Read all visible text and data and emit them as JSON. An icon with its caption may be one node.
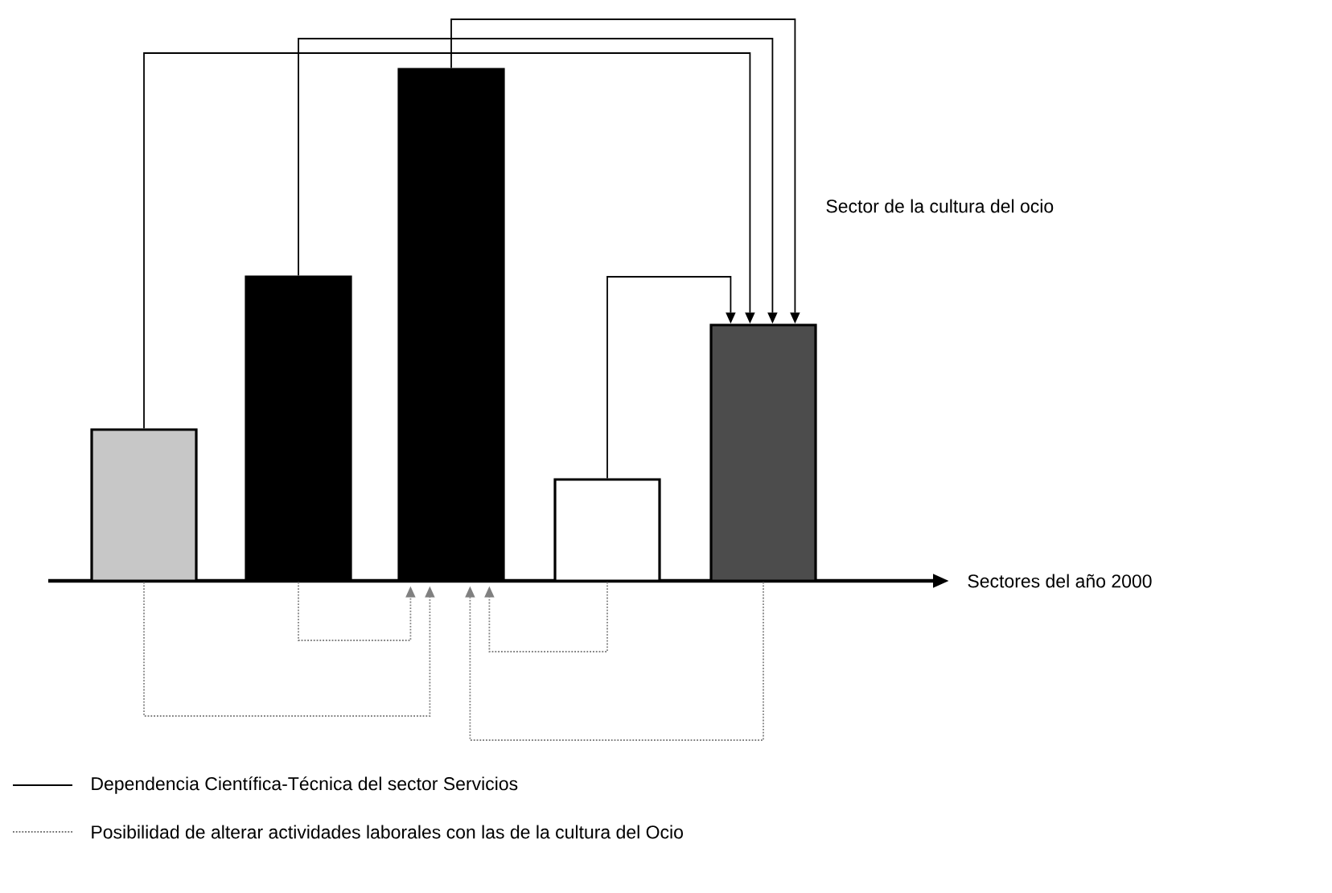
{
  "diagram": {
    "nodes": [
      {
        "text": [],
        "shape": "bar"
      },
      {
        "text": [],
        "shape": "bar"
      },
      {
        "text": [],
        "shape": "bar"
      },
      {
        "text": [],
        "shape": "bar"
      },
      {
        "text": [],
        "shape": "bar"
      }
    ],
    "edges": [
      {
        "from": 0,
        "to": 4,
        "arrow": "to"
      },
      {
        "from": 1,
        "to": 4,
        "arrow": "to"
      },
      {
        "from": 2,
        "to": 4,
        "arrow": "to"
      },
      {
        "from": 3,
        "to": 4,
        "arrow": "to"
      },
      {
        "from": 0,
        "to": 2,
        "arrow": "to",
        "style": "dashed",
        "color": "#808080"
      },
      {
        "from": 1,
        "to": 2,
        "arrow": "to",
        "style": "dashed",
        "color": "#808080"
      },
      {
        "from": 3,
        "to": 2,
        "arrow": "to",
        "style": "dashed",
        "color": "#808080"
      },
      {
        "from": 4,
        "to": 2,
        "arrow": "to",
        "style": "dashed",
        "color": "#808080"
      }
    ],
    "labels": [
      "Sector de la cultura del ocio",
      "Sectores del año 2000"
    ],
    "legend": [
      {
        "text": "Dependencia Científica-Técnica del sector Servicios"
      },
      {
        "text": "Posibilidad de alterar actividades laborales con las de la cultura del Ocio"
      }
    ]
  }
}
